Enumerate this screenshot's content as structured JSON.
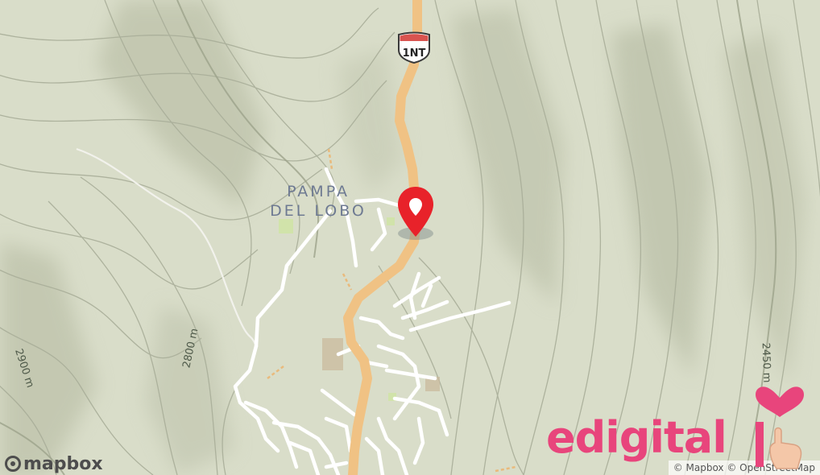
{
  "map": {
    "place_label_line1": "PAMPA",
    "place_label_line2": "DEL LOBO",
    "route_shield": "1NT",
    "contour_labels": [
      "2900 m",
      "2800 m",
      "2450 m"
    ],
    "marker_icon": "map-pin-icon",
    "attribution": "© Mapbox © OpenStreetMap",
    "logo_text": "mapbox",
    "colors": {
      "terrain": "#d9ddc9",
      "contour": "#a9ae99",
      "highway": "#f0c284",
      "street": "#ffffff",
      "marker": "#e8222a",
      "park": "#cfe4a4"
    }
  },
  "watermark": {
    "text": "edigital",
    "icon": "heart-hand-icon",
    "color": "#e8457c"
  }
}
